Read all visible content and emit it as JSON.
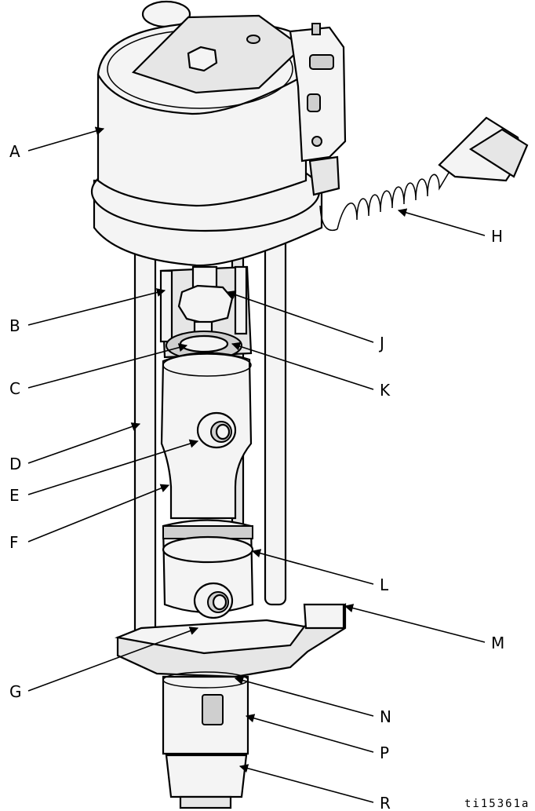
{
  "figure_id": "ti15361a",
  "callouts": [
    {
      "id": "A",
      "label": "A"
    },
    {
      "id": "B",
      "label": "B"
    },
    {
      "id": "C",
      "label": "C"
    },
    {
      "id": "D",
      "label": "D"
    },
    {
      "id": "E",
      "label": "E"
    },
    {
      "id": "F",
      "label": "F"
    },
    {
      "id": "G",
      "label": "G"
    },
    {
      "id": "H",
      "label": "H"
    },
    {
      "id": "J",
      "label": "J"
    },
    {
      "id": "K",
      "label": "K"
    },
    {
      "id": "L",
      "label": "L"
    },
    {
      "id": "M",
      "label": "M"
    },
    {
      "id": "N",
      "label": "N"
    },
    {
      "id": "P",
      "label": "P"
    },
    {
      "id": "R",
      "label": "R"
    }
  ]
}
